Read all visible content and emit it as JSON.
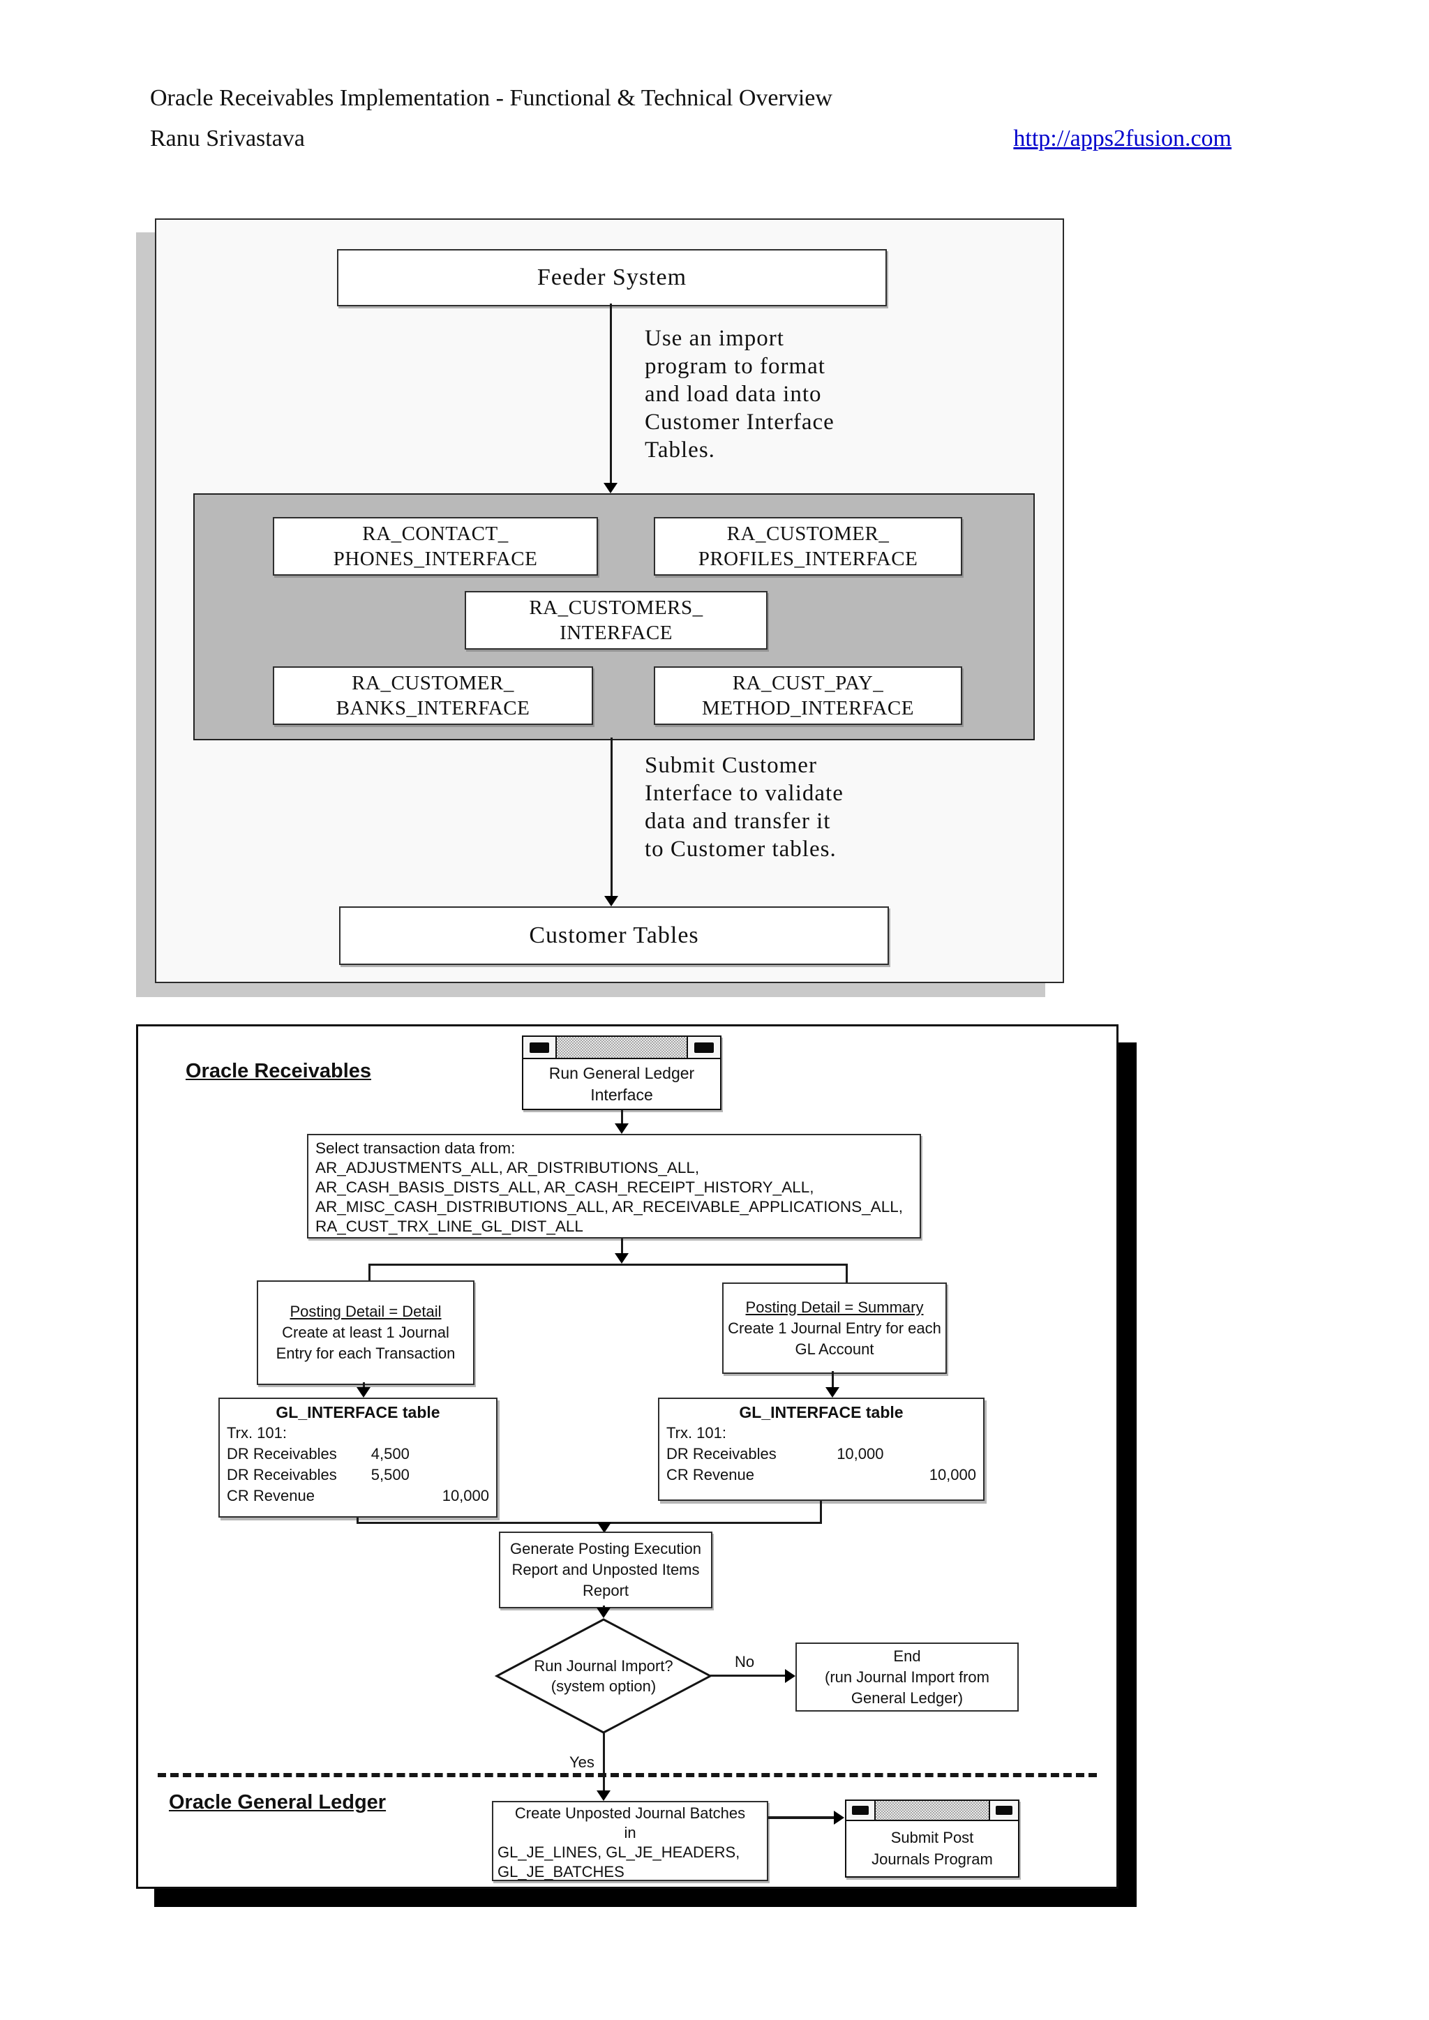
{
  "colors": {
    "link": "#0000cc",
    "diagram1_bg": "#f9f9f9",
    "diagram1_shadow": "#c9c9c9",
    "gray_panel": "#b9b9b9",
    "diagram2_shadow": "#000000"
  },
  "header": {
    "title": "Oracle Receivables Implementation - Functional & Technical Overview",
    "author": "Ranu Srivastava",
    "link": "http://apps2fusion.com"
  },
  "diagram1": {
    "feeder_label": "Feeder System",
    "import_note_lines": [
      "Use an import",
      "program to format",
      "and load data into",
      "Customer Interface",
      "Tables."
    ],
    "tables": {
      "contact": [
        "RA_CONTACT_",
        "PHONES_INTERFACE"
      ],
      "profiles": [
        "RA_CUSTOMER_",
        "PROFILES_INTERFACE"
      ],
      "customers": [
        "RA_CUSTOMERS_",
        "INTERFACE"
      ],
      "banks": [
        "RA_CUSTOMER_",
        "BANKS_INTERFACE"
      ],
      "pay_method": [
        "RA_CUST_PAY_",
        "METHOD_INTERFACE"
      ]
    },
    "submit_note_lines": [
      "Submit Customer",
      "Interface to validate",
      "data and transfer it",
      "to Customer tables."
    ],
    "customer_label": "Customer Tables"
  },
  "diagram2": {
    "section1_label": "Oracle Receivables",
    "window1_lines": [
      "Run General Ledger",
      "Interface"
    ],
    "select_box_lines": [
      "Select transaction data from:",
      "AR_ADJUSTMENTS_ALL, AR_DISTRIBUTIONS_ALL,",
      "AR_CASH_BASIS_DISTS_ALL, AR_CASH_RECEIPT_HISTORY_ALL,",
      "AR_MISC_CASH_DISTRIBUTIONS_ALL, AR_RECEIVABLE_APPLICATIONS_ALL,",
      "RA_CUST_TRX_LINE_GL_DIST_ALL"
    ],
    "posting_detail": {
      "title": "Posting Detail = Detail",
      "lines": [
        "Create at least 1 Journal",
        "Entry for each Transaction"
      ]
    },
    "posting_summary": {
      "title": "Posting Detail = Summary",
      "lines": [
        "Create 1 Journal Entry for each",
        "GL Account"
      ]
    },
    "gl_table_detail": {
      "title": "GL_INTERFACE table",
      "trx": "Trx. 101:",
      "rows": [
        {
          "label": "DR Receivables",
          "mid": "4,500",
          "right": ""
        },
        {
          "label": "DR Receivables",
          "mid": "5,500",
          "right": ""
        },
        {
          "label": "CR Revenue",
          "mid": "",
          "right": "10,000"
        }
      ]
    },
    "gl_table_summary": {
      "title": "GL_INTERFACE table",
      "trx": "Trx. 101:",
      "rows": [
        {
          "label": "DR Receivables",
          "mid": "10,000",
          "right": ""
        },
        {
          "label": "CR Revenue",
          "mid": "",
          "right": "10,000"
        }
      ]
    },
    "generate_box_lines": [
      "Generate Posting Execution",
      "Report and Unposted Items",
      "Report"
    ],
    "decision_lines": [
      "Run Journal Import?",
      "(system option)"
    ],
    "no_label": "No",
    "yes_label": "Yes",
    "end_box_lines": [
      "End",
      "(run Journal Import from",
      "General Ledger)"
    ],
    "section2_label": "Oracle General Ledger",
    "create_box_lines": [
      "Create Unposted Journal Batches",
      "in",
      "GL_JE_LINES, GL_JE_HEADERS,",
      "GL_JE_BATCHES"
    ],
    "window2_lines": [
      "Submit Post",
      "Journals Program"
    ]
  }
}
